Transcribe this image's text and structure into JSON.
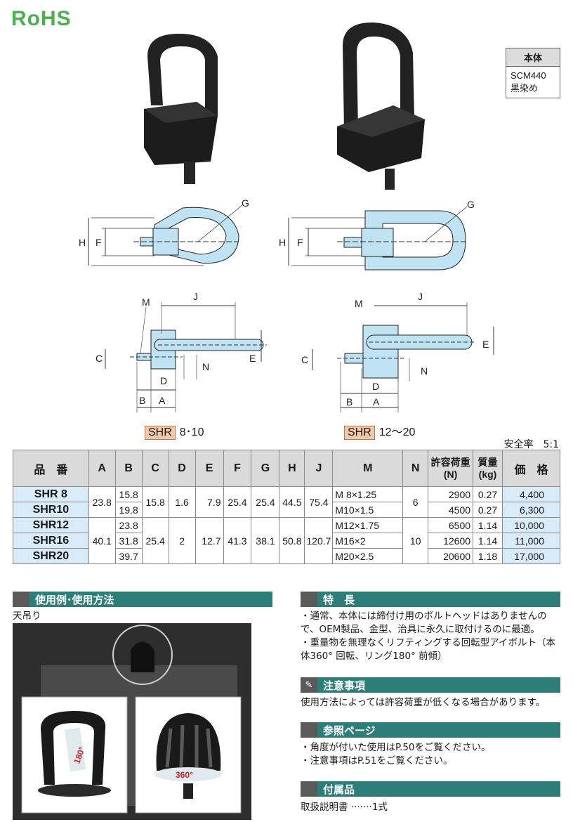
{
  "logo": "RoHS",
  "material": {
    "header": "本体",
    "lines": [
      "SCM440",
      "黒染め"
    ]
  },
  "drawing_labels": {
    "top_left": [
      "G",
      "H",
      "F"
    ],
    "top_right": [
      "G",
      "H",
      "F"
    ],
    "side_left": [
      "M",
      "J",
      "C",
      "E",
      "N",
      "D",
      "B",
      "A"
    ],
    "side_right": [
      "M",
      "J",
      "C",
      "E",
      "N",
      "D",
      "B",
      "A"
    ]
  },
  "captions": [
    {
      "tag": "SHR",
      "text": "8･10"
    },
    {
      "tag": "SHR",
      "text": "12〜20"
    }
  ],
  "safety_factor": "安全率　5:1",
  "table": {
    "headers": [
      "品　番",
      "A",
      "B",
      "C",
      "D",
      "E",
      "F",
      "G",
      "H",
      "J",
      "M",
      "N",
      "許容荷重\n(N)",
      "質量\n(kg)",
      "価　格"
    ],
    "rows": [
      [
        "SHR  8",
        "23.8",
        "15.8",
        "15.8",
        "1.6",
        "7.9",
        "25.4",
        "25.4",
        "44.5",
        "75.4",
        "M  8×1.25",
        "6",
        "2900",
        "0.27",
        "4,400"
      ],
      [
        "SHR10",
        "",
        "19.8",
        "",
        "",
        "",
        "",
        "",
        "",
        "",
        "M10×1.5",
        "",
        "4500",
        "0.27",
        "6,300"
      ],
      [
        "SHR12",
        "40.1",
        "23.8",
        "25.4",
        "2",
        "12.7",
        "41.3",
        "38.1",
        "50.8",
        "120.7",
        "M12×1.75",
        "10",
        "6500",
        "1.14",
        "10,000"
      ],
      [
        "SHR16",
        "",
        "31.8",
        "",
        "",
        "",
        "",
        "",
        "",
        "",
        "M16×2",
        "",
        "12600",
        "1.14",
        "11,000"
      ],
      [
        "SHR20",
        "",
        "39.7",
        "",
        "",
        "",
        "",
        "",
        "",
        "",
        "M20×2.5",
        "",
        "20600",
        "1.18",
        "17,000"
      ]
    ]
  },
  "usage": {
    "title": "使用例･使用方法",
    "sub": "天吊り",
    "badges": [
      "180°",
      "360°"
    ]
  },
  "features": {
    "title": "特　長",
    "items": [
      "・通常、本体には締付け用のボルトヘッドはありませんので、OEM製品、金型、治具に永久に取付けるのに最適。",
      "・重量物を無理なくリフティングする回転型アイボルト（本体360° 回転、リング180° 前傾）"
    ]
  },
  "caution": {
    "title": "注意事項",
    "text": "使用方法によっては許容荷重が低くなる場合があります。"
  },
  "reference": {
    "title": "参照ページ",
    "items": [
      "・角度が付いた使用はP.50をご覧ください。",
      "・注意事項はP.51をご覧ください。"
    ]
  },
  "accessories": {
    "title": "付属品",
    "text": "取扱説明書 ·······1式"
  }
}
